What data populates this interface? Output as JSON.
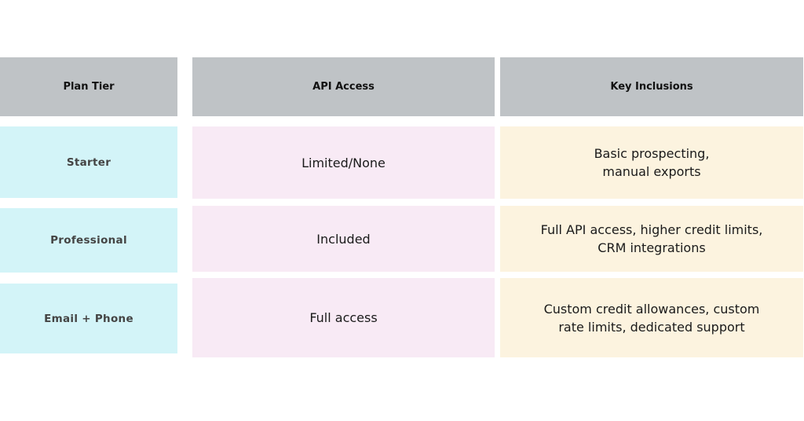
{
  "table": {
    "headers": [
      "Plan Tier",
      "API Access",
      "Key Inclusions"
    ],
    "rows": [
      {
        "tier": "Starter",
        "api_access": "Limited/None",
        "inclusions_line1": "Basic prospecting,",
        "inclusions_line2": "manual exports"
      },
      {
        "tier": "Professional",
        "api_access": "Included",
        "inclusions_line1": "Full API access, higher credit limits,",
        "inclusions_line2": "CRM integrations"
      },
      {
        "tier": "Email + Phone",
        "api_access": "Full access",
        "inclusions_line1": "Custom credit allowances, custom",
        "inclusions_line2": "rate limits, dedicated support"
      }
    ]
  },
  "colors": {
    "header_bg": "#bfc3c6",
    "tier_bg": "#d3f4f8",
    "api_bg": "#f8eaf5",
    "inclusions_bg": "#fcf3df"
  }
}
